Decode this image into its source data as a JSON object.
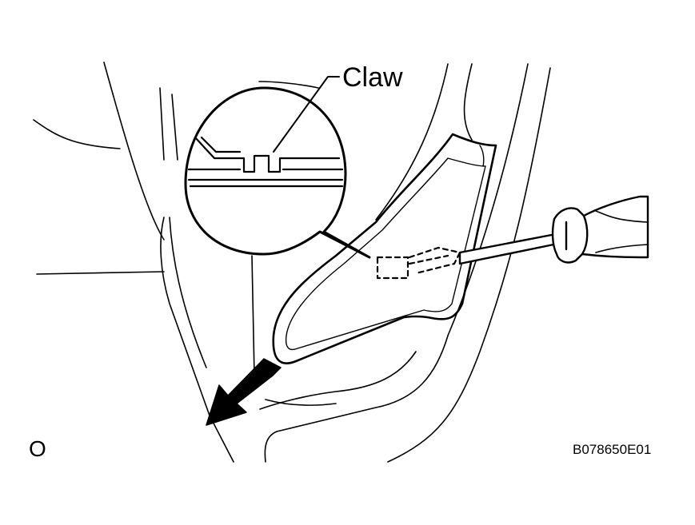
{
  "labels": {
    "claw": "Claw",
    "figure_letter": "O",
    "figure_code": "B078650E01"
  },
  "colors": {
    "ink": "#000000",
    "paper": "#ffffff"
  },
  "icons": {
    "pull_direction": "arrow-down-left-icon",
    "tool": "screwdriver-icon"
  }
}
